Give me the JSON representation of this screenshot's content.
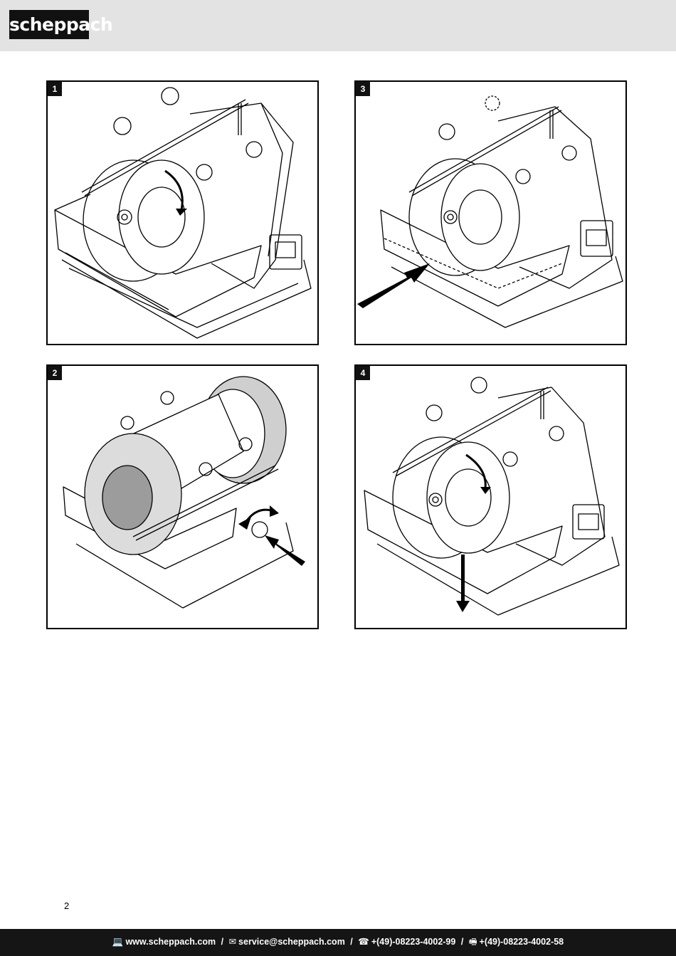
{
  "header": {
    "brand": "scheppach"
  },
  "figures": [
    {
      "label": "1",
      "icon": "sharpener-power-on-rotation-illustration"
    },
    {
      "label": "2",
      "icon": "sharpener-wheel-knob-adjustment-illustration"
    },
    {
      "label": "3",
      "icon": "sharpener-water-tray-fill-illustration"
    },
    {
      "label": "4",
      "icon": "sharpener-water-tray-remove-illustration"
    }
  ],
  "page_number": "2",
  "footer": {
    "website": "www.scheppach.com",
    "email": "service@scheppach.com",
    "phone": "+(49)-08223-4002-99",
    "fax": "+(49)-08223-4002-58",
    "separator": "/"
  },
  "colors": {
    "header_bg": "#e3e3e3",
    "footer_bg": "#151515",
    "ink": "#000000"
  }
}
